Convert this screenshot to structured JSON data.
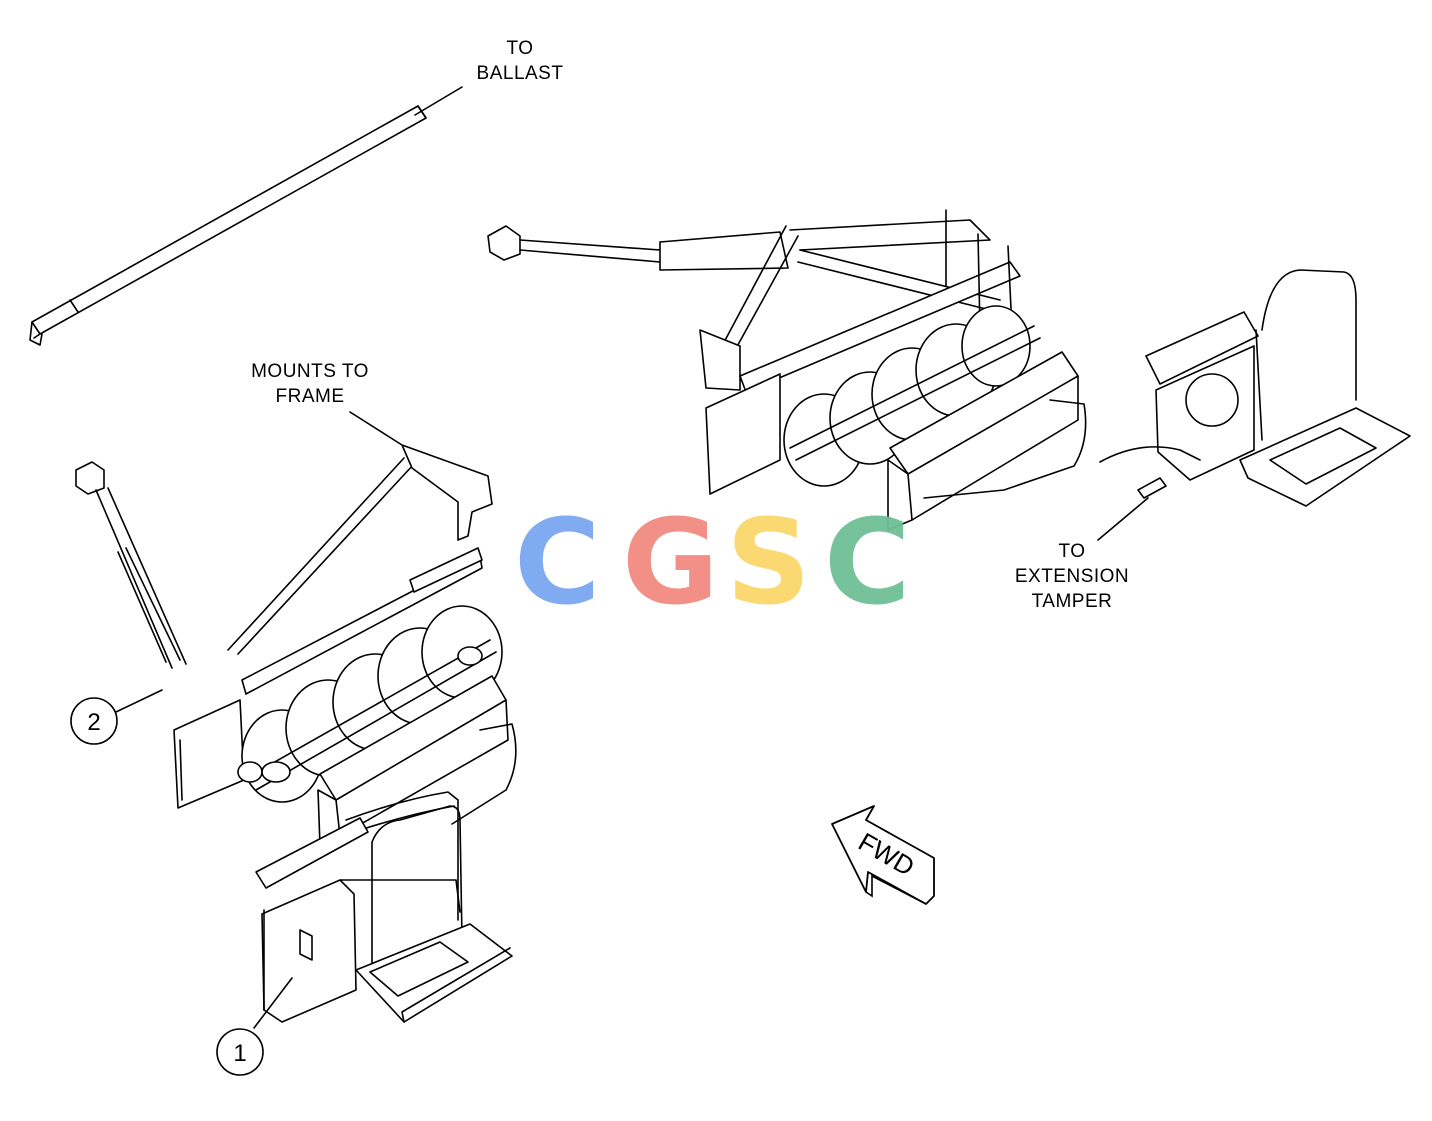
{
  "labels": {
    "to_ballast_line1": "TO",
    "to_ballast_line2": "BALLAST",
    "mounts_line1": "MOUNTS TO",
    "mounts_line2": "FRAME",
    "extension_line1": "TO",
    "extension_line2": "EXTENSION",
    "extension_line3": "TAMPER",
    "fwd": "FWD"
  },
  "callouts": [
    {
      "number": "1"
    },
    {
      "number": "2"
    }
  ],
  "watermark": {
    "letters": [
      "C",
      "G",
      "S",
      "C"
    ],
    "colors": [
      "#7aa7f0",
      "#f28b82",
      "#fbd86b",
      "#6fbf95"
    ]
  }
}
